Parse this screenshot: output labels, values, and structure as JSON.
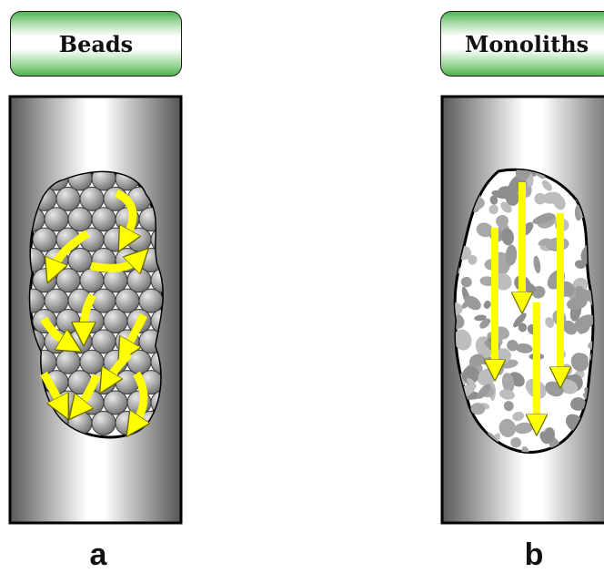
{
  "panels": {
    "a": {
      "title": "Beads",
      "letter": "a"
    },
    "b": {
      "title": "Monoliths",
      "letter": "b"
    }
  },
  "colors": {
    "header_green": "#4fb54f",
    "arrow_yellow": "#ffff00",
    "bead_gray": "#a0a0a0",
    "column_dark": "#555555",
    "column_light": "#ffffff",
    "outline": "#000000"
  }
}
